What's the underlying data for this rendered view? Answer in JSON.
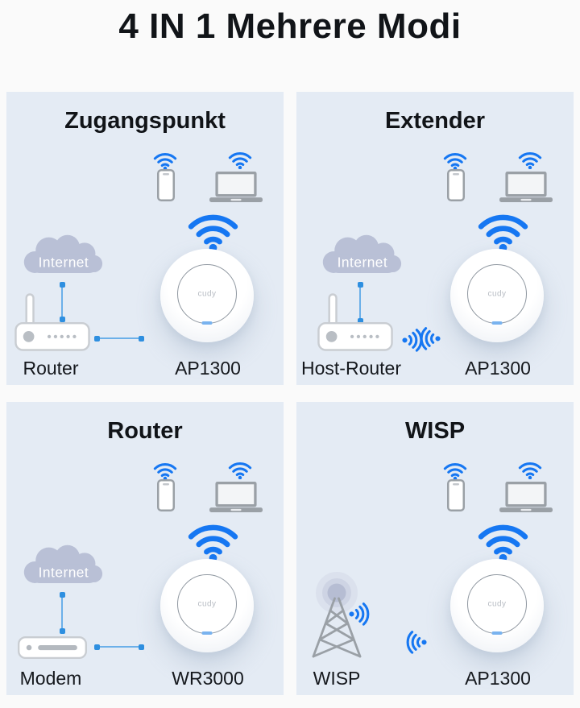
{
  "page": {
    "title": "4 IN 1 Mehrere Modi"
  },
  "cloud_label": "Internet",
  "device_logo": "cudy",
  "panels": {
    "access_point": {
      "title": "Zugangspunkt",
      "source_label": "Router",
      "device_label": "AP1300"
    },
    "extender": {
      "title": "Extender",
      "source_label": "Host-Router",
      "device_label": "AP1300"
    },
    "router": {
      "title": "Router",
      "source_label": "Modem",
      "device_label": "WR3000"
    },
    "wisp": {
      "title": "WISP",
      "source_label": "WISP",
      "device_label": "AP1300"
    }
  },
  "icons": {
    "wifi-icon": "three blue arcs with dot",
    "signal-right-icon": "dot with arcs radiating right",
    "signal-left-icon": "dot with arcs radiating left",
    "cloud-icon": "gray-lavender cloud with label",
    "smartphone-icon": "white phone outline",
    "laptop-icon": "gray laptop",
    "router-icon": "white router with antenna and 5 dots",
    "modem-icon": "white flat modem with dot and bar",
    "radio-tower-icon": "gray lattice tower with signal ripples",
    "access-point-device": "white round ceiling AP with ring, cudy logo, blue led"
  },
  "colors": {
    "page_bg": "#FAFAFA",
    "panel_bg": "#E4EBF4",
    "accent_blue": "#1677F2",
    "connector_line": "#6CB0E9",
    "connector_dot": "#2E8FE0",
    "cloud": "#B9C0D6",
    "icon_gray": "#9AA0A6",
    "led_blue": "#79B3EF",
    "text": "#15181D"
  }
}
